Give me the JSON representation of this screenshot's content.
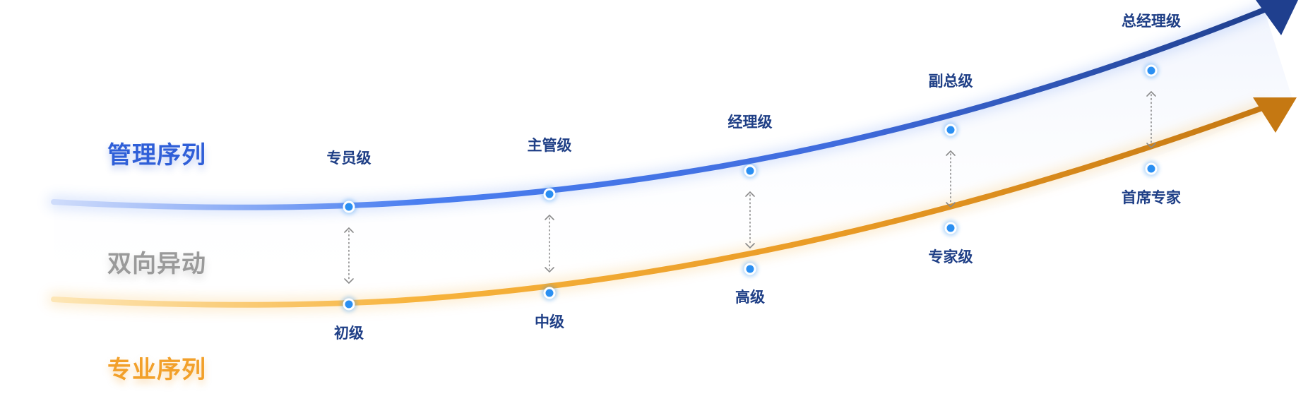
{
  "side_labels": {
    "management": "管理序列",
    "mobility": "双向异动",
    "professional": "专业序列"
  },
  "management_track": {
    "levels": [
      "专员级",
      "主管级",
      "经理级",
      "副总级",
      "总经理级"
    ],
    "colors": [
      "#cfdcfb",
      "#4a7ef0",
      "#3f6bdd",
      "#1f3f8e"
    ]
  },
  "professional_track": {
    "levels": [
      "初级",
      "中级",
      "高级",
      "专家级",
      "首席专家"
    ],
    "colors": [
      "#fde6b6",
      "#f7b33c",
      "#e99a24",
      "#c57812"
    ]
  },
  "node_color": "#2a8ff2",
  "arrow_color": "#8a8a8a"
}
